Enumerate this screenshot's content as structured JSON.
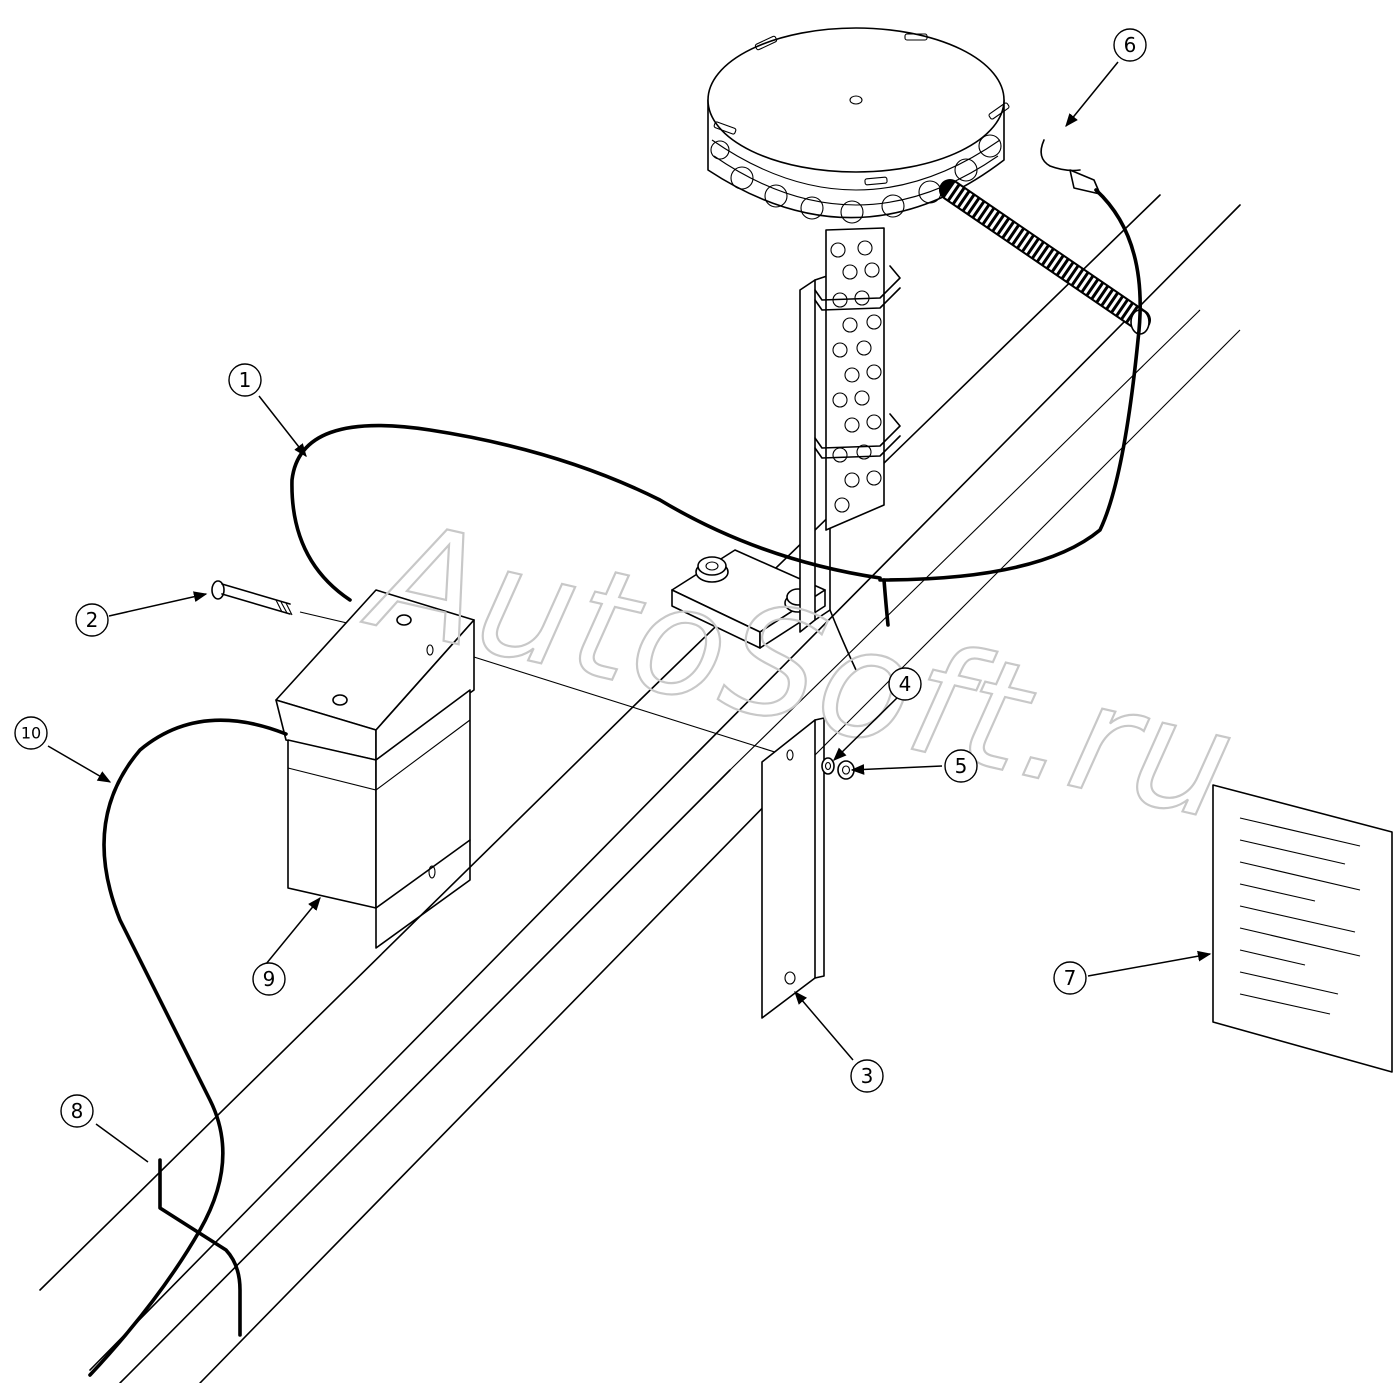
{
  "watermark": "AutoSoft.ru",
  "callouts": [
    {
      "id": "1",
      "label": "1"
    },
    {
      "id": "2",
      "label": "2"
    },
    {
      "id": "3",
      "label": "3"
    },
    {
      "id": "4",
      "label": "4"
    },
    {
      "id": "5",
      "label": "5"
    },
    {
      "id": "6",
      "label": "6"
    },
    {
      "id": "7",
      "label": "7"
    },
    {
      "id": "8",
      "label": "8"
    },
    {
      "id": "9",
      "label": "9"
    },
    {
      "id": "10",
      "label": "10"
    }
  ],
  "colors": {
    "line": "#000000",
    "background": "#ffffff",
    "watermark": "#c8c8c8"
  }
}
